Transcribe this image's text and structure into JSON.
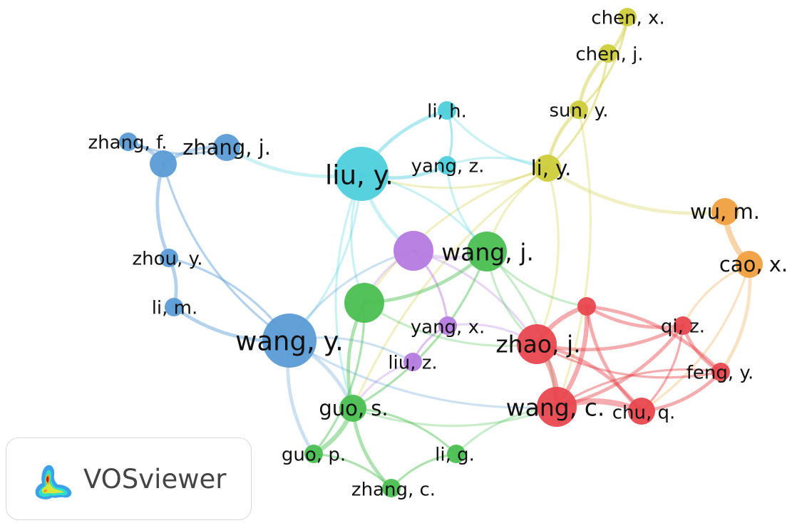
{
  "colors": {
    "red": "#e8474e",
    "green": "#4bbf52",
    "blue": "#5b9bd5",
    "yellow": "#cfcc3b",
    "purple": "#b57be0",
    "cyan": "#4fcfdc",
    "orange": "#f0a040"
  },
  "nodes": [
    {
      "id": "chen_x",
      "label": "chen, x.",
      "cluster": "yellow",
      "size": "s"
    },
    {
      "id": "chen_j",
      "label": "chen, j.",
      "cluster": "yellow",
      "size": "s"
    },
    {
      "id": "sun_y",
      "label": "sun, y.",
      "cluster": "yellow",
      "size": "s"
    },
    {
      "id": "li_y",
      "label": "li, y.",
      "cluster": "yellow",
      "size": "m"
    },
    {
      "id": "li_h",
      "label": "li, h.",
      "cluster": "cyan",
      "size": "s"
    },
    {
      "id": "yang_z",
      "label": "yang, z.",
      "cluster": "cyan",
      "size": "s"
    },
    {
      "id": "liu_y",
      "label": "liu, y.",
      "cluster": "cyan",
      "size": "xl"
    },
    {
      "id": "zhang_f",
      "label": "zhang, f.",
      "cluster": "blue",
      "size": "s"
    },
    {
      "id": "blue_hub",
      "label": "",
      "cluster": "blue",
      "size": "m"
    },
    {
      "id": "zhang_j",
      "label": "zhang, j.",
      "cluster": "blue",
      "size": "m"
    },
    {
      "id": "zhou_y",
      "label": "zhou, y.",
      "cluster": "blue",
      "size": "s"
    },
    {
      "id": "li_m",
      "label": "li, m.",
      "cluster": "blue",
      "size": "s"
    },
    {
      "id": "wang_y",
      "label": "wang, y.",
      "cluster": "blue",
      "size": "xl"
    },
    {
      "id": "purple_hub",
      "label": "",
      "cluster": "purple",
      "size": "l"
    },
    {
      "id": "yang_x",
      "label": "yang, x.",
      "cluster": "purple",
      "size": "s"
    },
    {
      "id": "liu_z",
      "label": "liu, z.",
      "cluster": "purple",
      "size": "s"
    },
    {
      "id": "wang_j",
      "label": "wang, j.",
      "cluster": "green",
      "size": "l"
    },
    {
      "id": "green_hub",
      "label": "",
      "cluster": "green",
      "size": "l"
    },
    {
      "id": "guo_s",
      "label": "guo, s.",
      "cluster": "green",
      "size": "m"
    },
    {
      "id": "guo_p",
      "label": "guo, p.",
      "cluster": "green",
      "size": "s"
    },
    {
      "id": "li_g",
      "label": "li, g.",
      "cluster": "green",
      "size": "s"
    },
    {
      "id": "zhang_c",
      "label": "zhang, c.",
      "cluster": "green",
      "size": "s"
    },
    {
      "id": "wu_m",
      "label": "wu, m.",
      "cluster": "orange",
      "size": "m"
    },
    {
      "id": "cao_x",
      "label": "cao, x.",
      "cluster": "orange",
      "size": "m"
    },
    {
      "id": "red_hub",
      "label": "",
      "cluster": "red",
      "size": "s"
    },
    {
      "id": "qi_z",
      "label": "qi, z.",
      "cluster": "red",
      "size": "s"
    },
    {
      "id": "zhao_j",
      "label": "zhao, j.",
      "cluster": "red",
      "size": "l"
    },
    {
      "id": "feng_y",
      "label": "feng, y.",
      "cluster": "red",
      "size": "s"
    },
    {
      "id": "wang_c",
      "label": "wang, c.",
      "cluster": "red",
      "size": "l"
    },
    {
      "id": "chu_q",
      "label": "chu, q.",
      "cluster": "red",
      "size": "m"
    }
  ],
  "edges": [
    [
      "chen_x",
      "chen_j",
      2
    ],
    [
      "chen_j",
      "sun_y",
      2
    ],
    [
      "chen_x",
      "sun_y",
      1
    ],
    [
      "sun_y",
      "li_y",
      2
    ],
    [
      "chen_j",
      "li_y",
      1
    ],
    [
      "li_y",
      "wu_m",
      2
    ],
    [
      "li_y",
      "zhao_j",
      1
    ],
    [
      "li_y",
      "wang_j",
      1
    ],
    [
      "li_y",
      "liu_y",
      1
    ],
    [
      "li_y",
      "green_hub",
      1
    ],
    [
      "sun_y",
      "wang_c",
      1
    ],
    [
      "li_y",
      "guo_s",
      1
    ],
    [
      "liu_y",
      "li_h",
      2
    ],
    [
      "liu_y",
      "yang_z",
      2
    ],
    [
      "li_h",
      "yang_z",
      1
    ],
    [
      "li_h",
      "li_y",
      1
    ],
    [
      "yang_z",
      "li_y",
      1
    ],
    [
      "yang_z",
      "wang_j",
      1
    ],
    [
      "liu_y",
      "zhang_j",
      2
    ],
    [
      "liu_y",
      "purple_hub",
      2
    ],
    [
      "liu_y",
      "wang_j",
      1
    ],
    [
      "liu_y",
      "green_hub",
      1
    ],
    [
      "liu_y",
      "wang_y",
      1
    ],
    [
      "liu_y",
      "guo_s",
      1
    ],
    [
      "zhang_f",
      "blue_hub",
      2
    ],
    [
      "zhang_f",
      "zhang_j",
      1
    ],
    [
      "blue_hub",
      "zhang_j",
      2
    ],
    [
      "blue_hub",
      "zhou_y",
      2
    ],
    [
      "zhou_y",
      "li_m",
      2
    ],
    [
      "li_m",
      "wang_y",
      2
    ],
    [
      "zhou_y",
      "wang_y",
      1
    ],
    [
      "blue_hub",
      "wang_y",
      1
    ],
    [
      "wang_y",
      "guo_s",
      2
    ],
    [
      "wang_y",
      "guo_p",
      2
    ],
    [
      "wang_y",
      "liu_z",
      1
    ],
    [
      "wang_y",
      "wang_c",
      1
    ],
    [
      "wang_y",
      "purple_hub",
      1
    ],
    [
      "purple_hub",
      "wang_j",
      2
    ],
    [
      "purple_hub",
      "yang_x",
      1
    ],
    [
      "purple_hub",
      "green_hub",
      1
    ],
    [
      "purple_hub",
      "zhao_j",
      1
    ],
    [
      "yang_x",
      "liu_z",
      1
    ],
    [
      "yang_x",
      "zhao_j",
      1
    ],
    [
      "liu_z",
      "guo_s",
      1
    ],
    [
      "wang_j",
      "green_hub",
      2
    ],
    [
      "wang_j",
      "zhao_j",
      1
    ],
    [
      "wang_j",
      "wang_c",
      1
    ],
    [
      "wang_j",
      "red_hub",
      1
    ],
    [
      "wang_j",
      "guo_s",
      1
    ],
    [
      "green_hub",
      "guo_s",
      2
    ],
    [
      "green_hub",
      "guo_p",
      1
    ],
    [
      "green_hub",
      "zhao_j",
      1
    ],
    [
      "guo_s",
      "guo_p",
      3
    ],
    [
      "guo_s",
      "zhang_c",
      2
    ],
    [
      "guo_p",
      "zhang_c",
      1
    ],
    [
      "guo_s",
      "wang_c",
      1
    ],
    [
      "guo_s",
      "li_g",
      1
    ],
    [
      "li_g",
      "zhang_c",
      1
    ],
    [
      "li_g",
      "wang_c",
      1
    ],
    [
      "wu_m",
      "cao_x",
      4
    ],
    [
      "cao_x",
      "feng_y",
      2
    ],
    [
      "cao_x",
      "qi_z",
      1
    ],
    [
      "cao_x",
      "chu_q",
      1
    ],
    [
      "red_hub",
      "zhao_j",
      3
    ],
    [
      "red_hub",
      "wang_c",
      3
    ],
    [
      "red_hub",
      "qi_z",
      2
    ],
    [
      "red_hub",
      "feng_y",
      2
    ],
    [
      "red_hub",
      "chu_q",
      2
    ],
    [
      "zhao_j",
      "wang_c",
      4
    ],
    [
      "zhao_j",
      "qi_z",
      2
    ],
    [
      "zhao_j",
      "chu_q",
      2
    ],
    [
      "zhao_j",
      "feng_y",
      1
    ],
    [
      "wang_c",
      "chu_q",
      4
    ],
    [
      "wang_c",
      "qi_z",
      2
    ],
    [
      "wang_c",
      "feng_y",
      1
    ],
    [
      "qi_z",
      "feng_y",
      2
    ],
    [
      "qi_z",
      "chu_q",
      1
    ],
    [
      "chu_q",
      "feng_y",
      2
    ]
  ],
  "brand": {
    "name": "VOSviewer"
  }
}
